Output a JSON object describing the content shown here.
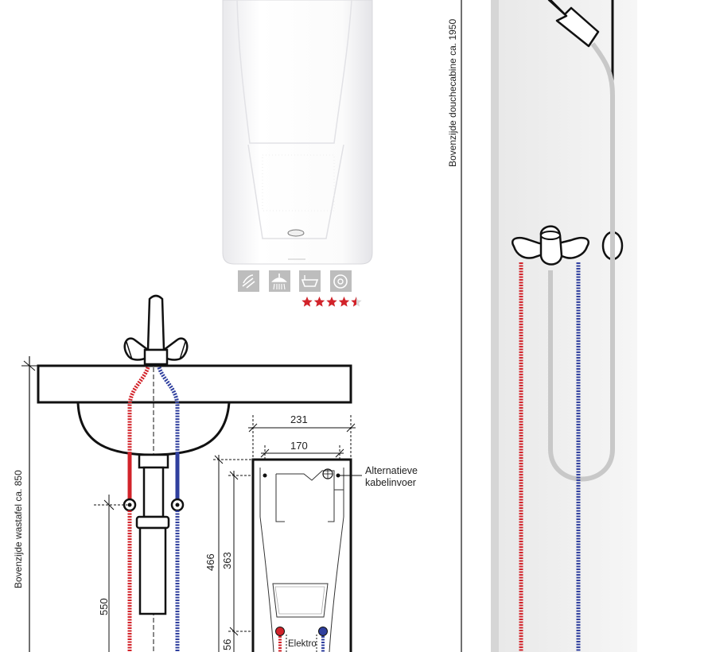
{
  "labels": {
    "shower_height": "Bovenzijde douchecabine ca. 1950",
    "sink_height": "Bovenzijde wastafel ca. 850",
    "alt_cable_line1": "Alternatieve",
    "alt_cable_line2": "kabelinvoer",
    "elektro": "Elektro"
  },
  "dimensions": {
    "width_outer": "231",
    "width_inner": "170",
    "height_total": "466",
    "height_inner": "363",
    "height_bottom": "56",
    "pipe_height": "550"
  },
  "product": {
    "rating_stars": 4.5,
    "rating_max": 5,
    "application_icons": [
      "kitchen-icon",
      "shower-icon",
      "bathtub-icon",
      "washbasin-icon"
    ]
  },
  "colors": {
    "hot_pipe": "#d2232a",
    "cold_pipe": "#2f3f9e",
    "star": "#d2232a",
    "icon_bg": "#bdbdbd",
    "line": "#111111"
  }
}
